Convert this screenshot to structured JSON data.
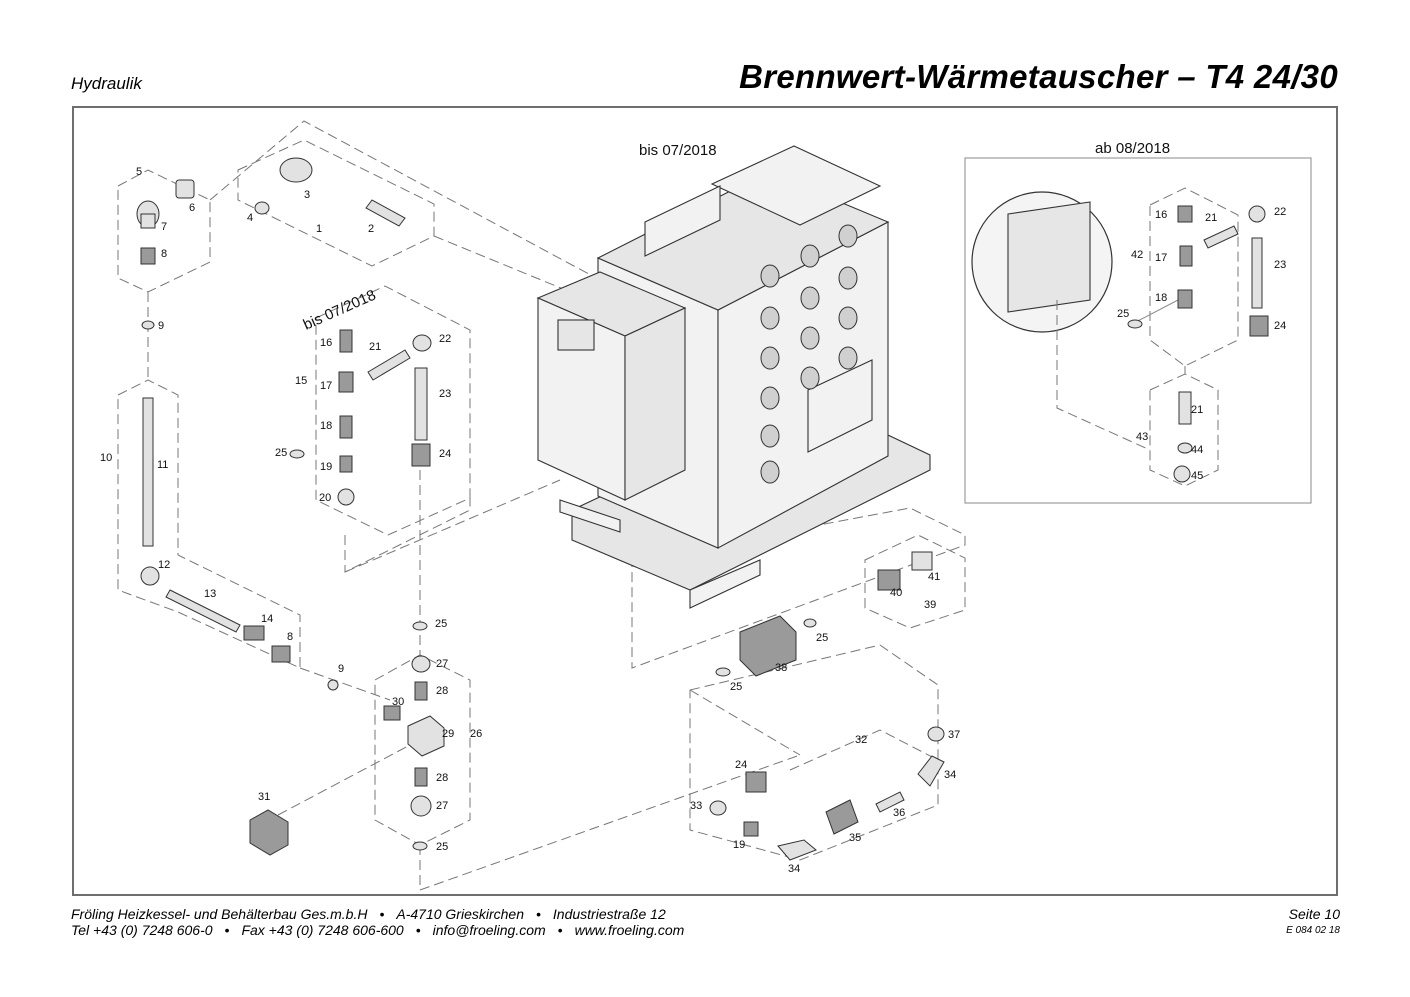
{
  "header": {
    "section": "Hydraulik",
    "title": "Brennwert-Wärmetauscher – T4 24/30"
  },
  "variants": {
    "old_top": "bis 07/2018",
    "old_left": "bis 07/2018",
    "new": "ab 08/2018"
  },
  "part_numbers": {
    "p1": "1",
    "p2": "2",
    "p3": "3",
    "p4": "4",
    "p5": "5",
    "p6": "6",
    "p7": "7",
    "p8a": "8",
    "p9a": "9",
    "p8b": "8",
    "p9b": "9",
    "p10": "10",
    "p11": "11",
    "p12": "12",
    "p13": "13",
    "p14": "14",
    "p15": "15",
    "p16": "16",
    "p17": "17",
    "p18": "18",
    "p19": "19",
    "p20": "20",
    "p21": "21",
    "p22": "22",
    "p23": "23",
    "p24": "24",
    "p25a": "25",
    "p25b": "25",
    "p27a": "27",
    "p28a": "28",
    "p30": "30",
    "p29": "29",
    "p26": "26",
    "p28b": "28",
    "p27b": "27",
    "p25c": "25",
    "p31": "31",
    "p41": "41",
    "p40": "40",
    "p39": "39",
    "p25d": "25",
    "p38": "38",
    "p25e": "25",
    "p32": "32",
    "p37": "37",
    "p34a": "34",
    "p24b": "24",
    "p33": "33",
    "p36": "36",
    "p35": "35",
    "p19b": "19",
    "p34b": "34",
    "n16": "16",
    "n21": "21",
    "n22": "22",
    "n42": "42",
    "n17": "17",
    "n23": "23",
    "n18": "18",
    "n25": "25",
    "n24": "24",
    "n21b": "21",
    "n43": "43",
    "n44": "44",
    "n45": "45"
  },
  "footer": {
    "company": "Fröling Heizkessel- und Behälterbau Ges.m.b.H",
    "address": "A-4710 Grieskirchen",
    "street": "Industriestraße 12",
    "phone": "Tel +43 (0) 7248 606-0",
    "fax": "Fax +43 (0) 7248 606-600",
    "email": "info@froeling.com",
    "web": "www.froeling.com",
    "separator": "•",
    "page": "Seite 10",
    "code": "E 084 02 18"
  }
}
